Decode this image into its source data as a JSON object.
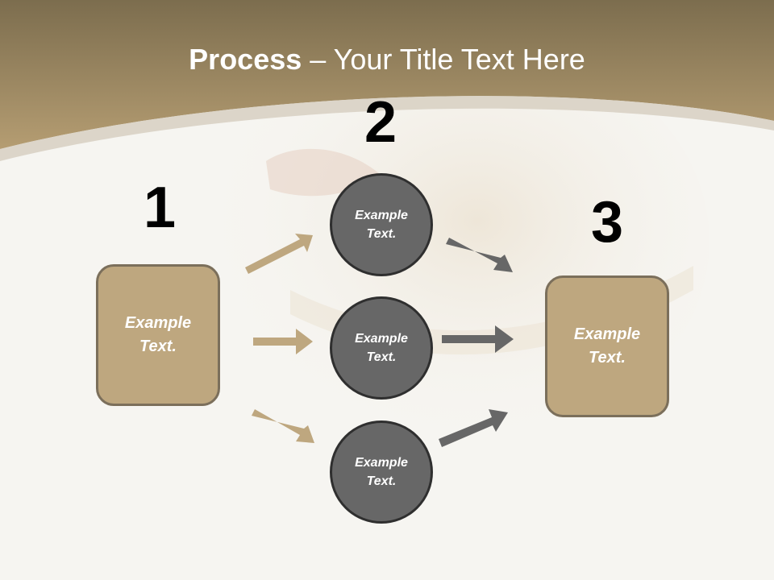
{
  "title": {
    "bold": "Process",
    "rest": " – Your Title Text Here"
  },
  "steps": {
    "one": "1",
    "two": "2",
    "three": "3"
  },
  "left_box": {
    "text": "Example\nText."
  },
  "circles": [
    {
      "text": "Example\nText."
    },
    {
      "text": "Example\nText."
    },
    {
      "text": "Example\nText."
    }
  ],
  "right_box": {
    "text": "Example\nText."
  },
  "colors": {
    "header": "#a8916a",
    "box_fill": "#bea77f",
    "box_border": "#7b6f5b",
    "circle_fill": "#676767",
    "circle_border": "#2f2f2f",
    "arrow_tan": "#bea77f",
    "arrow_gray": "#676767"
  }
}
